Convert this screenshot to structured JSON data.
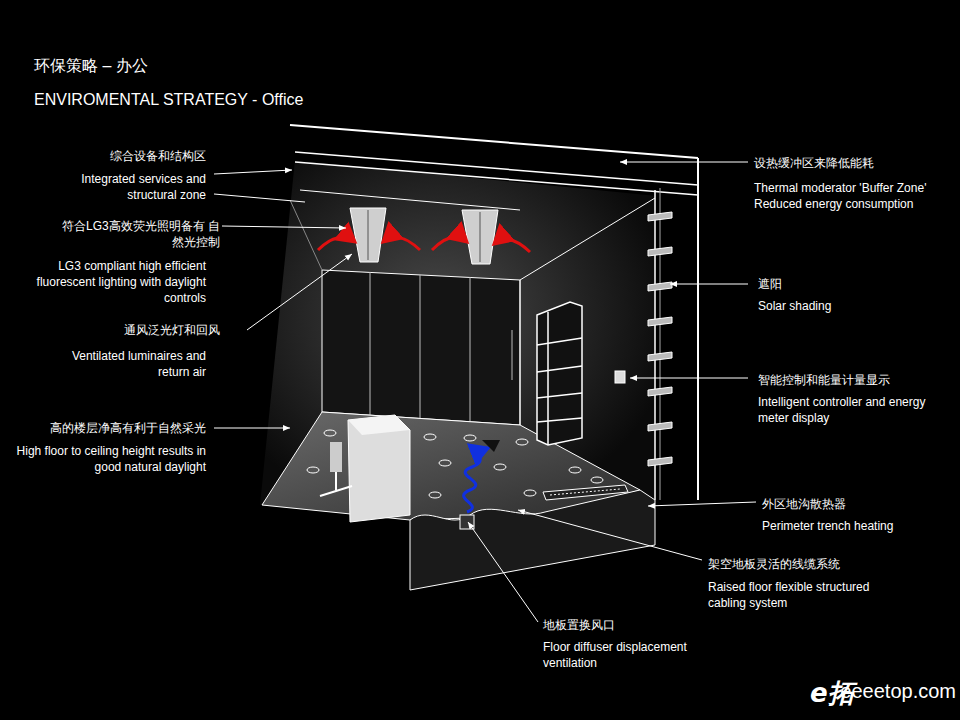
{
  "diagram": {
    "title": "环保策略 – 办公",
    "labels": [
      "ENVIROMENTAL STRATEGY - Office",
      "综合设备和结构区",
      "Integrated services and structural zone",
      "符合LG3高效荧光照明备有 自然光控制",
      "LG3 compliant high efficient fluorescent lighting with daylight controls",
      "通风泛光灯和回风",
      "Ventilated luminaires and return air",
      "高的楼层净高有利于自然采光",
      "High floor to ceiling height results in good natural daylight",
      "设热缓冲区来降低能耗",
      "Thermal moderator 'Buffer Zone' Reduced energy consumption",
      "遮阳",
      "Solar shading",
      "智能控制和能量计量显示",
      "Intelligent controller and energy meter display",
      "外区地沟散热器",
      "Perimeter trench heating",
      "架空地板灵活的线缆系统",
      "Raised floor flexible structured cabling system",
      "地板置换风口",
      "Floor diffuser displacement ventilation",
      "e拓",
      "eeeetop.com"
    ]
  }
}
